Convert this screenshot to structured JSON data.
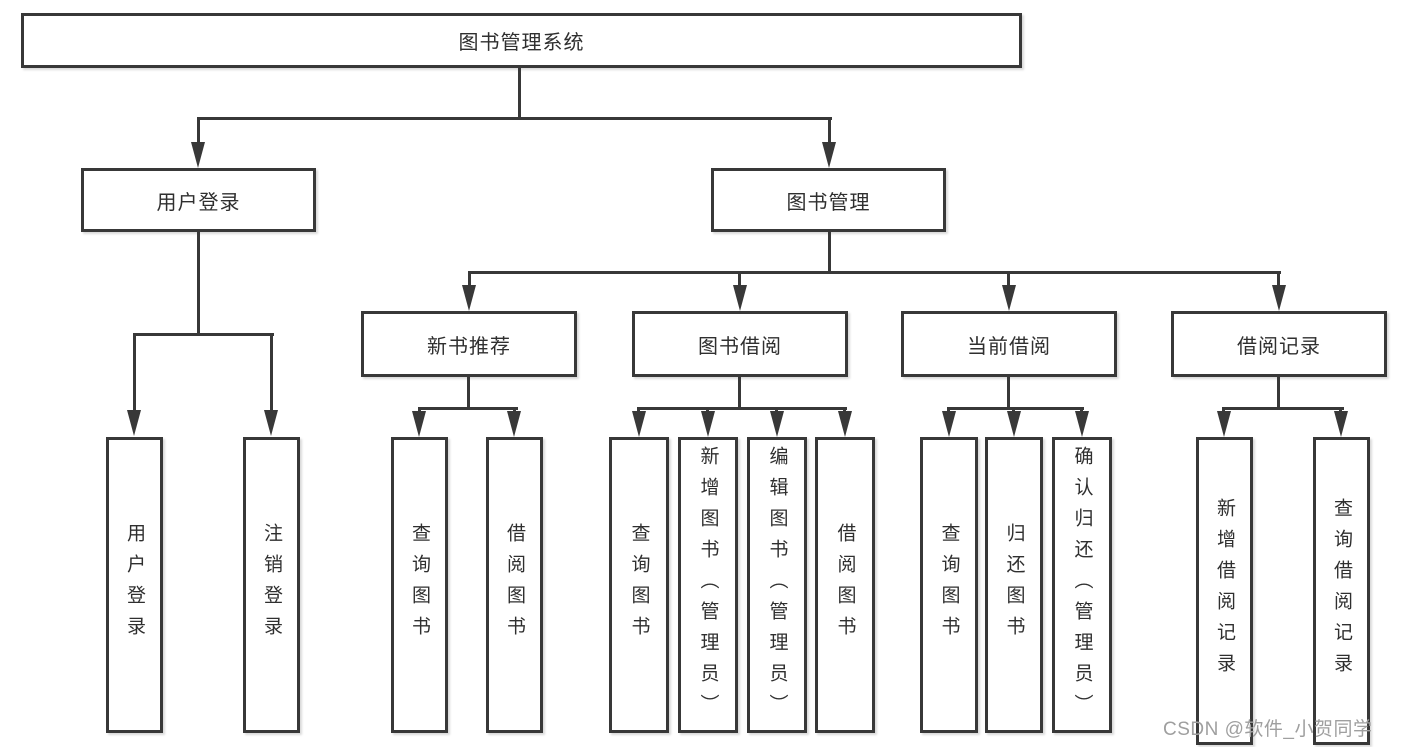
{
  "colors": {
    "line": "#383838",
    "text": "#2f2f2f",
    "background": "#ffffff",
    "watermark": "#9f9f9f"
  },
  "nodes": {
    "root": "图书管理系统",
    "user_login": "用户登录",
    "book_management": "图书管理",
    "new_book_recommend": "新书推荐",
    "book_borrowing": "图书借阅",
    "current_borrowing": "当前借阅",
    "borrowing_records": "借阅记录"
  },
  "leaves": {
    "ul_login": "用户登录",
    "ul_logout": "注销登录",
    "nbr_query_books": "查询图书",
    "nbr_borrow_books": "借阅图书",
    "bb_query_books": "查询图书",
    "bb_add_books": "新增图书（管理员）",
    "bb_edit_books": "编辑图书（管理员）",
    "bb_borrow_books": "借阅图书",
    "cb_query_books": "查询图书",
    "cb_return_books": "归还图书",
    "cb_confirm_return": "确认归还（管理员）",
    "br_add_record": "新增借阅记录",
    "br_query_record": "查询借阅记录"
  },
  "hierarchy": {
    "图书管理系统": {
      "用户登录": [
        "用户登录",
        "注销登录"
      ],
      "图书管理": {
        "新书推荐": [
          "查询图书",
          "借阅图书"
        ],
        "图书借阅": [
          "查询图书",
          "新增图书（管理员）",
          "编辑图书（管理员）",
          "借阅图书"
        ],
        "当前借阅": [
          "查询图书",
          "归还图书",
          "确认归还（管理员）"
        ],
        "借阅记录": [
          "新增借阅记录",
          "查询借阅记录"
        ]
      }
    }
  },
  "watermark": {
    "text": "CSDN @软件_小贺同学"
  }
}
